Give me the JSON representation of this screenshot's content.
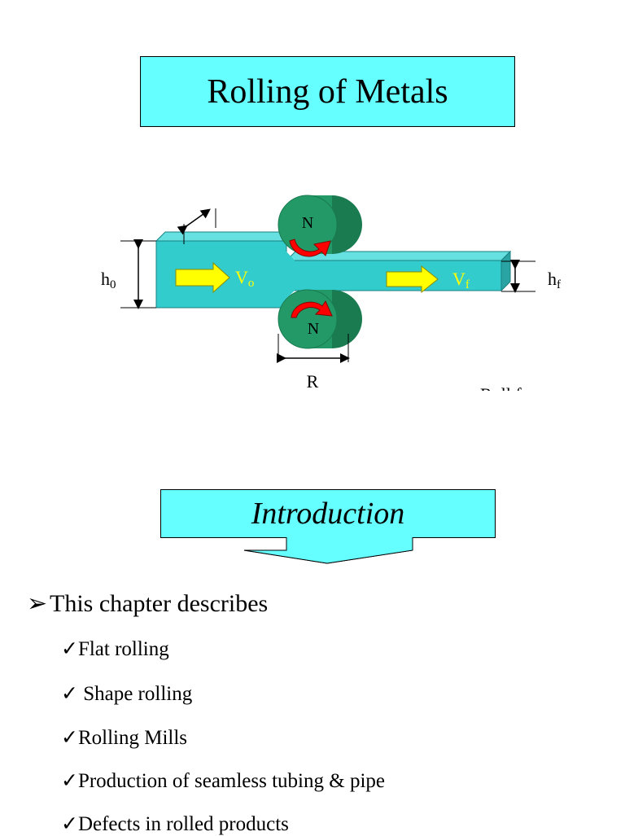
{
  "title": "Rolling of Metals",
  "diagram": {
    "label_h0_main": "h",
    "label_h0_sub": "0",
    "label_v0_main": "V",
    "label_v0_sub": "o",
    "label_vf_main": "V",
    "label_vf_sub": "f",
    "label_hf_main": "h",
    "label_hf_sub": "f",
    "roll_top_label": "N",
    "roll_bottom_label": "N",
    "radius_label": "R",
    "cut_label": "Roll f",
    "colors": {
      "strip": "#33cccc",
      "strip_top": "#66e0e0",
      "strip_side": "#29a3a3",
      "roll": "#229966",
      "roll_dark": "#1a7a50",
      "arrow_fill": "#ffff00",
      "rotation_arrow": "#ff0000"
    }
  },
  "intro": {
    "label": "Introduction",
    "color": "#66ffff"
  },
  "heading": {
    "bullet": "➢",
    "text": "This chapter describes"
  },
  "items": [
    {
      "check": "✓",
      "text": "Flat rolling"
    },
    {
      "check": "✓",
      "text": " Shape rolling"
    },
    {
      "check": "✓",
      "text": "Rolling Mills"
    },
    {
      "check": "✓",
      "text": "Production of seamless tubing & pipe"
    },
    {
      "check": "✓",
      "text": "Defects in rolled products"
    }
  ]
}
